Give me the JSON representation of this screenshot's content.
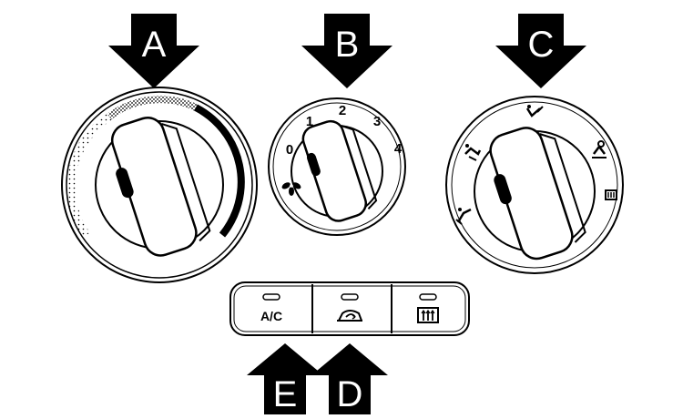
{
  "arrows": {
    "a": "A",
    "b": "B",
    "c": "C",
    "d": "D",
    "e": "E"
  },
  "fan_dial": {
    "speeds": [
      "0",
      "1",
      "2",
      "3",
      "4"
    ]
  },
  "button_panel": {
    "ac_label": "A/C"
  },
  "icons": {
    "fan": "fan-icon",
    "recirculation": "recirculation-icon",
    "rear_defrost": "rear-defrost-icon",
    "face_vent": "face-vent-icon",
    "bi_level": "bi-level-icon",
    "floor": "floor-icon",
    "floor_defrost": "floor-defrost-icon",
    "windshield_defrost": "windshield-defrost-icon"
  },
  "colors": {
    "ink": "#000000",
    "paper": "#ffffff"
  }
}
